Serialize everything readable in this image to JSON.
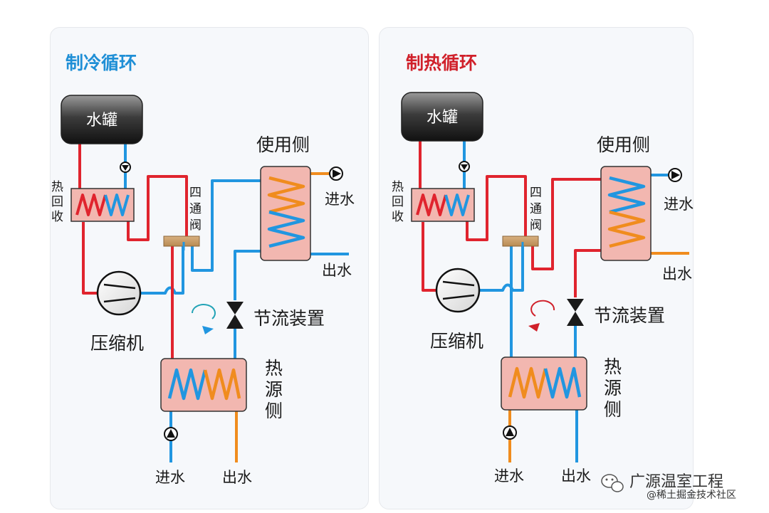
{
  "panels": [
    {
      "title": "制冷循环",
      "tank_label": "水罐",
      "heat_recovery_label": [
        "热",
        "回",
        "收"
      ],
      "four_way_valve_label": [
        "四",
        "通",
        "阀"
      ],
      "user_side_label": "使用侧",
      "compressor_label": "压缩机",
      "throttle_label": "节流装置",
      "source_side_label": [
        "热",
        "源",
        "侧"
      ],
      "user_water_in": "进水",
      "user_water_out": "出水",
      "source_water_in": "进水",
      "source_water_out": "出水",
      "cycle_direction": "clockwise"
    },
    {
      "title": "制热循环",
      "tank_label": "水罐",
      "heat_recovery_label": [
        "热",
        "回",
        "收"
      ],
      "four_way_valve_label": [
        "四",
        "通",
        "阀"
      ],
      "user_side_label": "使用侧",
      "compressor_label": "压缩机",
      "throttle_label": "节流装置",
      "source_side_label": [
        "热",
        "源",
        "侧"
      ],
      "user_water_in": "进水",
      "user_water_out": "出水",
      "source_water_in": "进水",
      "source_water_out": "出水",
      "cycle_direction": "counterclockwise"
    }
  ],
  "watermark": {
    "line1": "广源温室工程",
    "line2": "@稀土掘金技术社区"
  },
  "colors": {
    "hot": "#e0242e",
    "cold": "#2196e0",
    "warm_water": "#f08c1e",
    "coil_fill": "#f2b7b0",
    "title_cool": "#1f8fd6",
    "title_heat": "#d0202a"
  }
}
